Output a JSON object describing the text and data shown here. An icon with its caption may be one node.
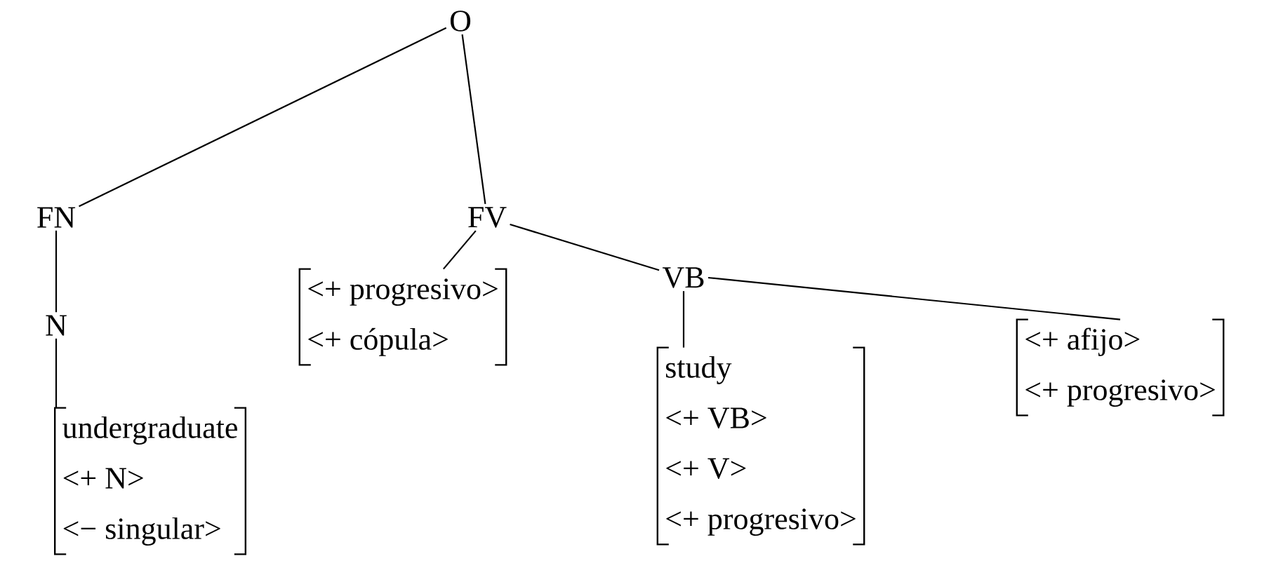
{
  "diagram": {
    "nodes": [
      {
        "text": [
          "O"
        ]
      },
      {
        "text": [
          "FN"
        ]
      },
      {
        "text": [
          "FV"
        ]
      },
      {
        "text": [
          "N"
        ]
      },
      {
        "text": [
          "<+ progresivo>",
          "<+ cópula>"
        ]
      },
      {
        "text": [
          "VB"
        ]
      },
      {
        "text": [
          "undergraduate",
          "<+ N>",
          "<− singular>"
        ]
      },
      {
        "text": [
          "study",
          "<+ VB>",
          "<+ V>",
          "<+ progresivo>"
        ]
      },
      {
        "text": [
          "<+ afijo>",
          "<+ progresivo>"
        ]
      }
    ],
    "edges": [
      {
        "from": 0,
        "to": 1,
        "arrow": "none"
      },
      {
        "from": 0,
        "to": 2,
        "arrow": "none"
      },
      {
        "from": 1,
        "to": 3,
        "arrow": "none"
      },
      {
        "from": 2,
        "to": 4,
        "arrow": "none"
      },
      {
        "from": 2,
        "to": 5,
        "arrow": "none"
      },
      {
        "from": 3,
        "to": 6,
        "arrow": "none"
      },
      {
        "from": 5,
        "to": 7,
        "arrow": "none"
      },
      {
        "from": 5,
        "to": 8,
        "arrow": "none"
      }
    ]
  }
}
